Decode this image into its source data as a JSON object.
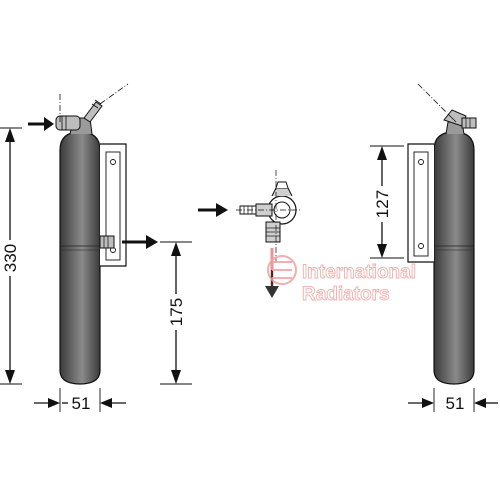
{
  "dimensions": {
    "left_height": "330",
    "left_width": "51",
    "lower_height": "175",
    "right_height": "127",
    "right_width": "51"
  },
  "watermark": {
    "line1": "International",
    "line2": "Radiators",
    "color": "#f2a0a0"
  },
  "colors": {
    "line": "#111111",
    "body_dark": "#4a4a4a",
    "body_mid": "#6a6a6a",
    "body_light": "#8c8c8c",
    "flow_arrow_watermark": "#f09090"
  }
}
